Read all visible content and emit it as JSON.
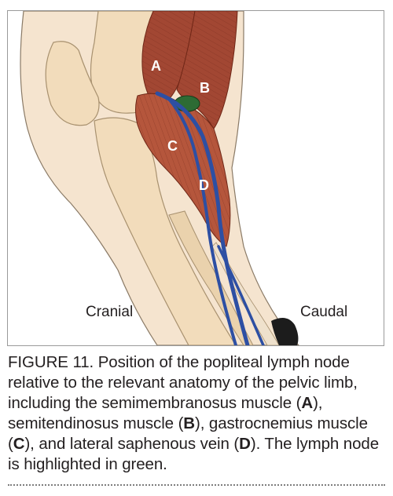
{
  "figure": {
    "labels": {
      "a": "A",
      "b": "B",
      "c": "C",
      "d": "D",
      "cranial": "Cranial",
      "caudal": "Caudal"
    },
    "colors": {
      "muscle": "#a24733",
      "muscle_light": "#c16a4f",
      "bone": "#f2dcbb",
      "skin": "#f5e4cf",
      "vein": "#2d4fa3",
      "lymph_node": "#2d6b34",
      "paw": "#1c1c1c"
    }
  },
  "caption": {
    "figure_number": "FIGURE 11.",
    "text_1": " Position of the popliteal lymph node relative to the relevant anatomy of the pelvic limb, including the semimembranosus muscle (",
    "ref_a": "A",
    "text_2": "), semitendinosus muscle (",
    "ref_b": "B",
    "text_3": "), gastrocnemius muscle (",
    "ref_c": "C",
    "text_4": "), and lateral saphenous vein (",
    "ref_d": "D",
    "text_5": "). The lymph node is highlighted in green."
  }
}
